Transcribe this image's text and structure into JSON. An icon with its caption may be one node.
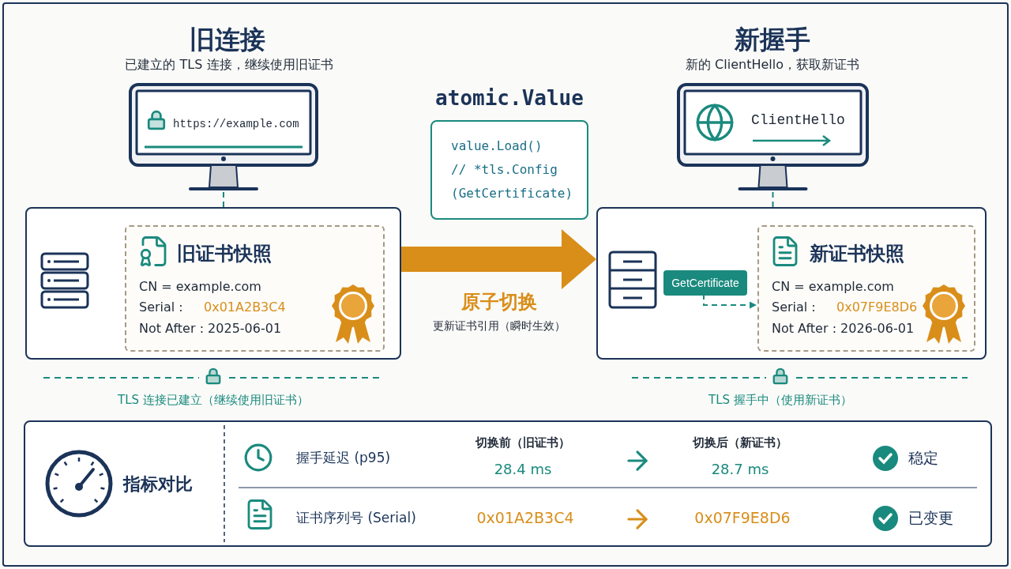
{
  "diagram": {
    "nodes": [
      {
        "text": [
          "https://example.com"
        ]
      },
      {
        "text": [],
        "shape": "box"
      },
      {
        "text": [
          "旧证书快照",
          "CN = example.com",
          "Serial :",
          "0x01A2B3C4",
          "Not After : 2025-06-01"
        ],
        "in": 1
      },
      {
        "text": [
          "atomic.Value",
          "value.Load()",
          "// *tls.Config",
          "(GetCertificate)"
        ]
      },
      {
        "text": [
          "ClientHello"
        ]
      },
      {
        "text": [],
        "shape": "box"
      },
      {
        "text": [
          "GetCertificate"
        ],
        "in": 5
      },
      {
        "text": [
          "新证书快照",
          "CN = example.com",
          "Serial :",
          "0x07F9E8D6",
          "Not After : 2026-06-01"
        ],
        "in": 5
      },
      {
        "text": [
          "指标对比"
        ]
      }
    ],
    "edges": [
      {
        "from": 0,
        "to": 1,
        "arrow": "none",
        "style": "dashed"
      },
      {
        "from": 1,
        "to": 5,
        "arrow": "to",
        "style": "thick",
        "color": "#d98e1a",
        "label": "原子切换"
      },
      {
        "from": 4,
        "to": 5,
        "arrow": "none",
        "style": "dashed"
      },
      {
        "from": 6,
        "to": 7,
        "arrow": "to",
        "style": "dashed"
      }
    ],
    "labels": [
      "旧连接",
      "已建立的 TLS 连接，继续使用旧证书",
      "新握手",
      "新的 ClientHello，获取新证书",
      "更新证书引用（瞬时生效）",
      "TLS 连接已建立（继续使用旧证书）",
      "TLS 握手中（使用新证书）",
      "握手延迟 (p95)",
      "切换前（旧证书）",
      "28.4 ms",
      "切换后（新证书）",
      "28.7 ms",
      "稳定",
      "证书序列号 (Serial)",
      "0x01A2B3C4",
      "0x07F9E8D6",
      "已变更"
    ]
  }
}
